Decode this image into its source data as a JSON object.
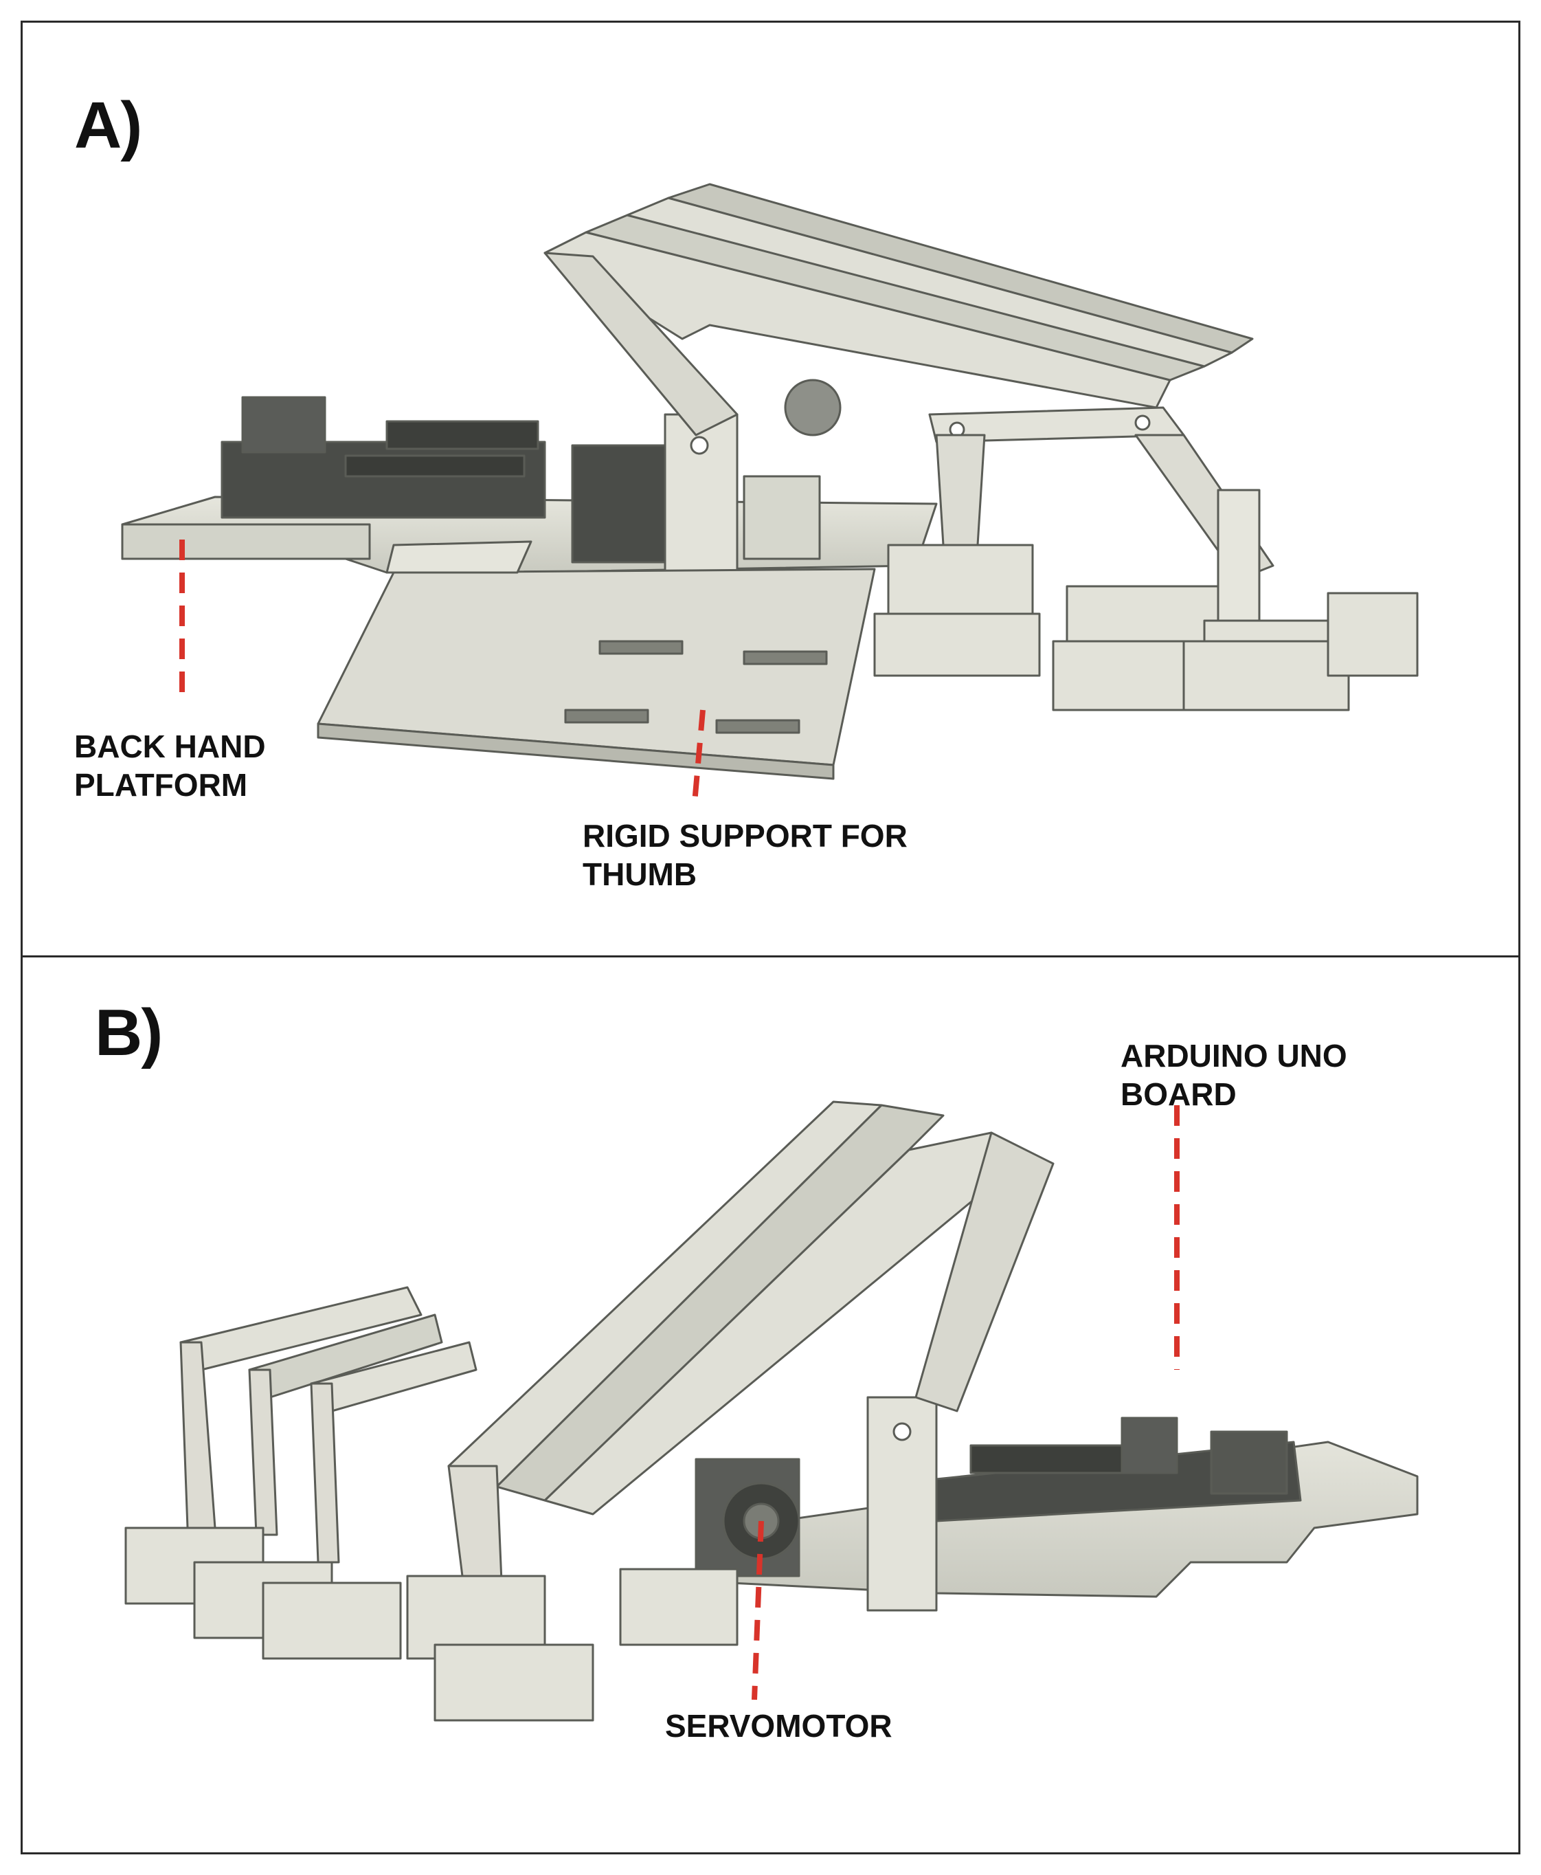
{
  "panels": [
    {
      "letter": "A)"
    },
    {
      "letter": "B)"
    }
  ],
  "callouts": {
    "back_hand_platform": {
      "line1": "BACK HAND",
      "line2": "PLATFORM"
    },
    "rigid_support": {
      "line1": "RIGID SUPPORT FOR",
      "line2": "THUMB"
    },
    "arduino": {
      "line1": "ARDUINO UNO",
      "line2": "BOARD"
    },
    "servomotor": {
      "line1": "SERVOMOTOR"
    }
  },
  "colors": {
    "part_light": "#dcdcd2",
    "part_mid": "#c5c6bc",
    "part_shadow": "#9ea097",
    "outline": "#5a5c56",
    "electronics": "#4a4c48",
    "leader_line": "#d8332a"
  }
}
